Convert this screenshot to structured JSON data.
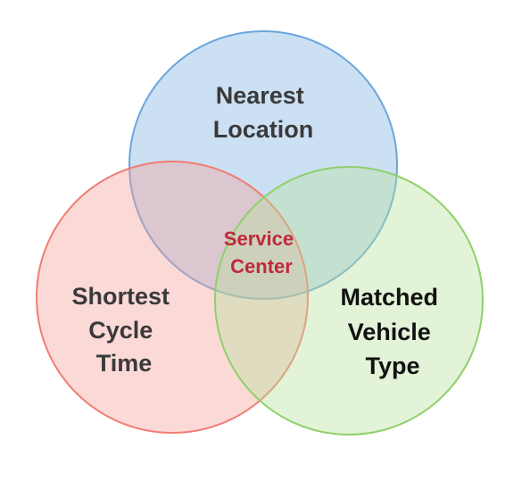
{
  "diagram": {
    "circles": [
      {
        "id": "nearest-location",
        "lines": [
          "Nearest",
          "Location"
        ],
        "fill": "#7fb2e0",
        "stroke": "#6aa6dc",
        "text_color": "#3a3a3a"
      },
      {
        "id": "shortest-cycle-time",
        "lines": [
          "Shortest",
          "Cycle",
          "Time"
        ],
        "fill": "#f6a19a",
        "stroke": "#f07d74",
        "text_color": "#3a3a3a"
      },
      {
        "id": "matched-vehicle-type",
        "lines": [
          "Matched",
          "Vehicle",
          "Type"
        ],
        "fill": "#b6e09a",
        "stroke": "#8fd06a",
        "text_color": "#111111"
      }
    ],
    "center": {
      "lines": [
        "Service",
        "Center"
      ],
      "text_color": "#c0283a"
    }
  }
}
